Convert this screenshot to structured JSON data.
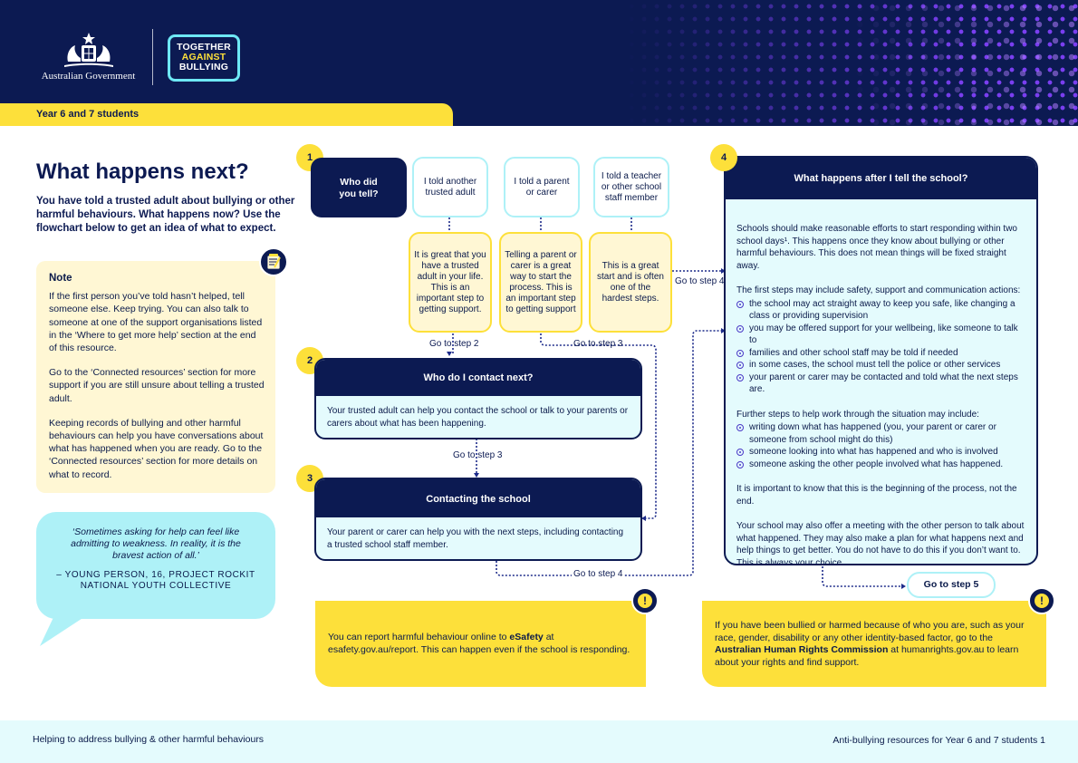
{
  "header": {
    "gov_name": "Australian Government",
    "logo_lines": [
      "TOGETHER",
      "AGAINST",
      "BULLYING"
    ],
    "audience": "Year 6 and 7 students"
  },
  "page": {
    "title": "What happens next?",
    "intro": "You have told a trusted adult about bullying or other harmful behaviours. What happens now? Use the flowchart below to get an idea of what to expect."
  },
  "note": {
    "heading": "Note",
    "paragraphs": [
      "If the first person you’ve told hasn’t helped, tell someone else. Keep trying. You can also talk to someone at one of the support organisations listed in the ‘Where to get more help’ section at the end of this resource.",
      "Go to the ‘Connected resources’ section for more support if you are still unsure about telling a trusted adult.",
      "Keeping records of bullying and other harmful behaviours can help you have conversations about what has happened when you are ready. Go to the ‘Connected resources’ section for more details on what to record."
    ]
  },
  "quote": {
    "text": "‘Sometimes asking for help can feel like admitting to weakness. In reality, it is the bravest action of all.’",
    "attribution": "– YOUNG PERSON, 16, PROJECT ROCKIT NATIONAL YOUTH COLLECTIVE"
  },
  "flow": {
    "step1": {
      "number": "1",
      "question": "Who did you tell?",
      "options": [
        "I told another trusted adult",
        "I told a parent or carer",
        "I told a teacher or other school staff member"
      ],
      "responses": [
        "It is great that you have a trusted adult in your life. This is an important step to getting support.",
        "Telling a parent or carer is a great way to start the process. This is an important step to getting support",
        "This is a great start and is often one of the hardest steps."
      ],
      "goto_a": "Go to step 2",
      "goto_b": "Go to step 3",
      "goto_c": "Go to step 4"
    },
    "step2": {
      "number": "2",
      "title": "Who do I contact next?",
      "body": "Your trusted adult can help you contact the school or talk to your parents or carers about what has been happening.",
      "goto": "Go to step 3"
    },
    "step3": {
      "number": "3",
      "title": "Contacting the school",
      "body": "Your parent or carer can help you with the next steps, including contacting a trusted school staff member.",
      "goto": "Go to step 4"
    },
    "step4": {
      "number": "4",
      "title": "What happens after I tell the school?",
      "p1": "Schools should make reasonable efforts to start responding within two school days¹. This happens once they know about bullying or other harmful behaviours. This does not mean things will be fixed straight away.",
      "p2": "The first steps may include safety, support and communication actions:",
      "list1": [
        "the school may act straight away to keep you safe, like changing a class or providing supervision",
        "you may be offered support for your wellbeing, like someone to talk to",
        "families and other school staff may be told if needed",
        "in some cases, the school must tell the police or other services",
        "your parent or carer may be contacted and told what the next steps are."
      ],
      "p3": "Further steps to help work through the situation may include:",
      "list2": [
        "writing down what has happened (you, your parent or carer or someone from school might do this)",
        "someone looking into what has happened and who is involved",
        "someone asking the other people involved what has happened."
      ],
      "p4": "It is important to know that this is the beginning of the process, not the end.",
      "p5": "Your school may also offer a meeting with the other person to talk about what happened. They may also make a plan for what happens next and help things to get better. You do not have to do this if you don’t want to. This is always your choice.",
      "goto": "Go to step 5"
    }
  },
  "alerts": {
    "left": {
      "pre": "You can report harmful behaviour online to ",
      "bold": "eSafety",
      "post": " at esafety.gov.au/report. This can happen even if the school is responding."
    },
    "right": {
      "pre": "If you have been bullied or harmed because of who you are, such as your race, gender, disability or any other identity-based factor, go to the ",
      "bold": "Australian Human Rights Commission",
      "post": " at humanrights.gov.au to learn about your rights and find support."
    }
  },
  "footer": {
    "left": "Helping to address bullying & other harmful behaviours",
    "right": "Anti-bullying resources for Year 6 and 7 students 1"
  },
  "colors": {
    "navy": "#0c1a52",
    "yellow": "#fde03a",
    "cyan": "#aef1f7",
    "light_cyan": "#e4fbfd",
    "cream": "#fff7d4",
    "purple": "#7a3ef0"
  }
}
